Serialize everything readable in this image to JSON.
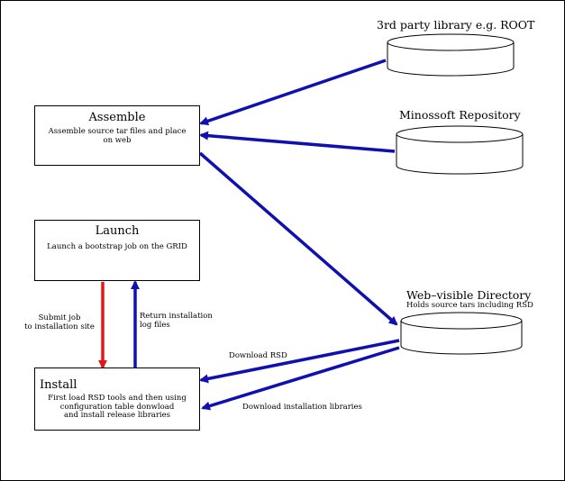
{
  "colors": {
    "blue_arrow": "#1010b0",
    "red_arrow": "#e01818",
    "stroke": "#000000"
  },
  "boxes": {
    "assemble": {
      "title": "Assemble",
      "desc": [
        "Assemble source tar files and place",
        "on web"
      ]
    },
    "launch": {
      "title": "Launch",
      "desc": [
        "Launch a bootstrap job on the GRID"
      ]
    },
    "install": {
      "title": "Install",
      "desc": [
        "First load RSD tools and then using",
        "configuration table donwload",
        "and install release libraries"
      ]
    }
  },
  "databases": {
    "root": {
      "title": "3rd party library e.g. ROOT"
    },
    "minossoft": {
      "title": "Minossoft Repository"
    },
    "web": {
      "title": "Web–visible Directory",
      "subtitle": "Holds source tars including RSD"
    }
  },
  "labels": {
    "submit_job": [
      "Submit job",
      "to installation site"
    ],
    "return_installation": [
      "Return installation",
      "log files"
    ],
    "download_rsd": "Download RSD",
    "download_libraries": "Download installation libraries"
  }
}
